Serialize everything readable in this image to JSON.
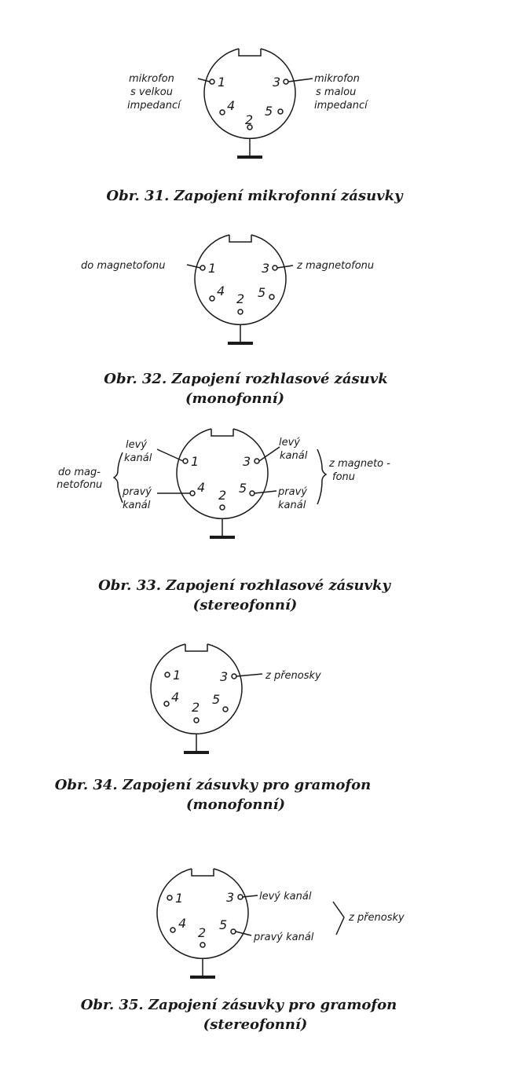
{
  "pins": {
    "p1": "1",
    "p2": "2",
    "p3": "3",
    "p4": "4",
    "p5": "5"
  },
  "figures": [
    {
      "caption_line1": "Obr. 31. Zapojení mikrofonní zásuvky",
      "left_label": [
        "mikrofon",
        "s velkou",
        "impedancí"
      ],
      "right_label": [
        "mikrofon",
        "s malou",
        "impedancí"
      ]
    },
    {
      "caption_line1": "Obr. 32. Zapojení rozhlasové zásuvk",
      "caption_line2": "(monofonní)",
      "left_label": "do magnetofonu",
      "right_label": "z magnetofonu"
    },
    {
      "caption_line1": "Obr. 33. Zapojení rozhlasové zásuvky",
      "caption_line2": "(stereofonní)",
      "left_group": [
        "do mag-",
        "netofonu"
      ],
      "left_top": [
        "levý",
        "kanál"
      ],
      "left_bottom": [
        "pravý",
        "kanál"
      ],
      "right_top": [
        "levý",
        "kanál"
      ],
      "right_bottom": [
        "pravý",
        "kanál"
      ],
      "right_group": [
        "z magneto -",
        "fonu"
      ]
    },
    {
      "caption_line1": "Obr. 34. Zapojení zásuvky pro gramofon",
      "caption_line2": "(monofonní)",
      "right_label": "z přenosky"
    },
    {
      "caption_line1": "Obr. 35. Zapojení zásuvky pro gramofon",
      "caption_line2": "(stereofonní)",
      "right_top": "levý kanál",
      "right_bottom": "pravý kanál",
      "right_group": "z přenosky"
    }
  ]
}
